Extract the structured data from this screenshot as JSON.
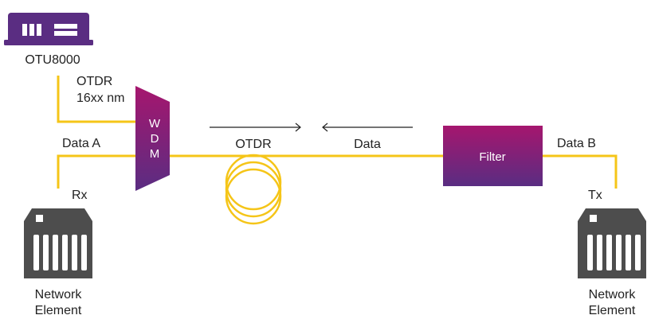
{
  "colors": {
    "fiber": "#f5c518",
    "purple": "#5a2d82",
    "magenta": "#a6166e",
    "device_gray": "#4d4d4d",
    "text": "#222222"
  },
  "otu": {
    "label": "OTU8000",
    "icon": "otdr-instrument-icon"
  },
  "otdr_wavelength": {
    "line1": "OTDR",
    "line2": "16xx nm"
  },
  "wdm": {
    "letters": [
      "W",
      "D",
      "M"
    ]
  },
  "links": {
    "data_a": "Data A",
    "rx": "Rx",
    "otdr": "OTDR",
    "data": "Data",
    "data_b": "Data B",
    "tx": "Tx"
  },
  "filter": {
    "label": "Filter"
  },
  "fiber_spool": {
    "icon": "fiber-spool-icon"
  },
  "network_elements": [
    {
      "line1": "Network",
      "line2": "Element",
      "icon": "network-element-icon"
    },
    {
      "line1": "Network",
      "line2": "Element",
      "icon": "network-element-icon"
    }
  ]
}
